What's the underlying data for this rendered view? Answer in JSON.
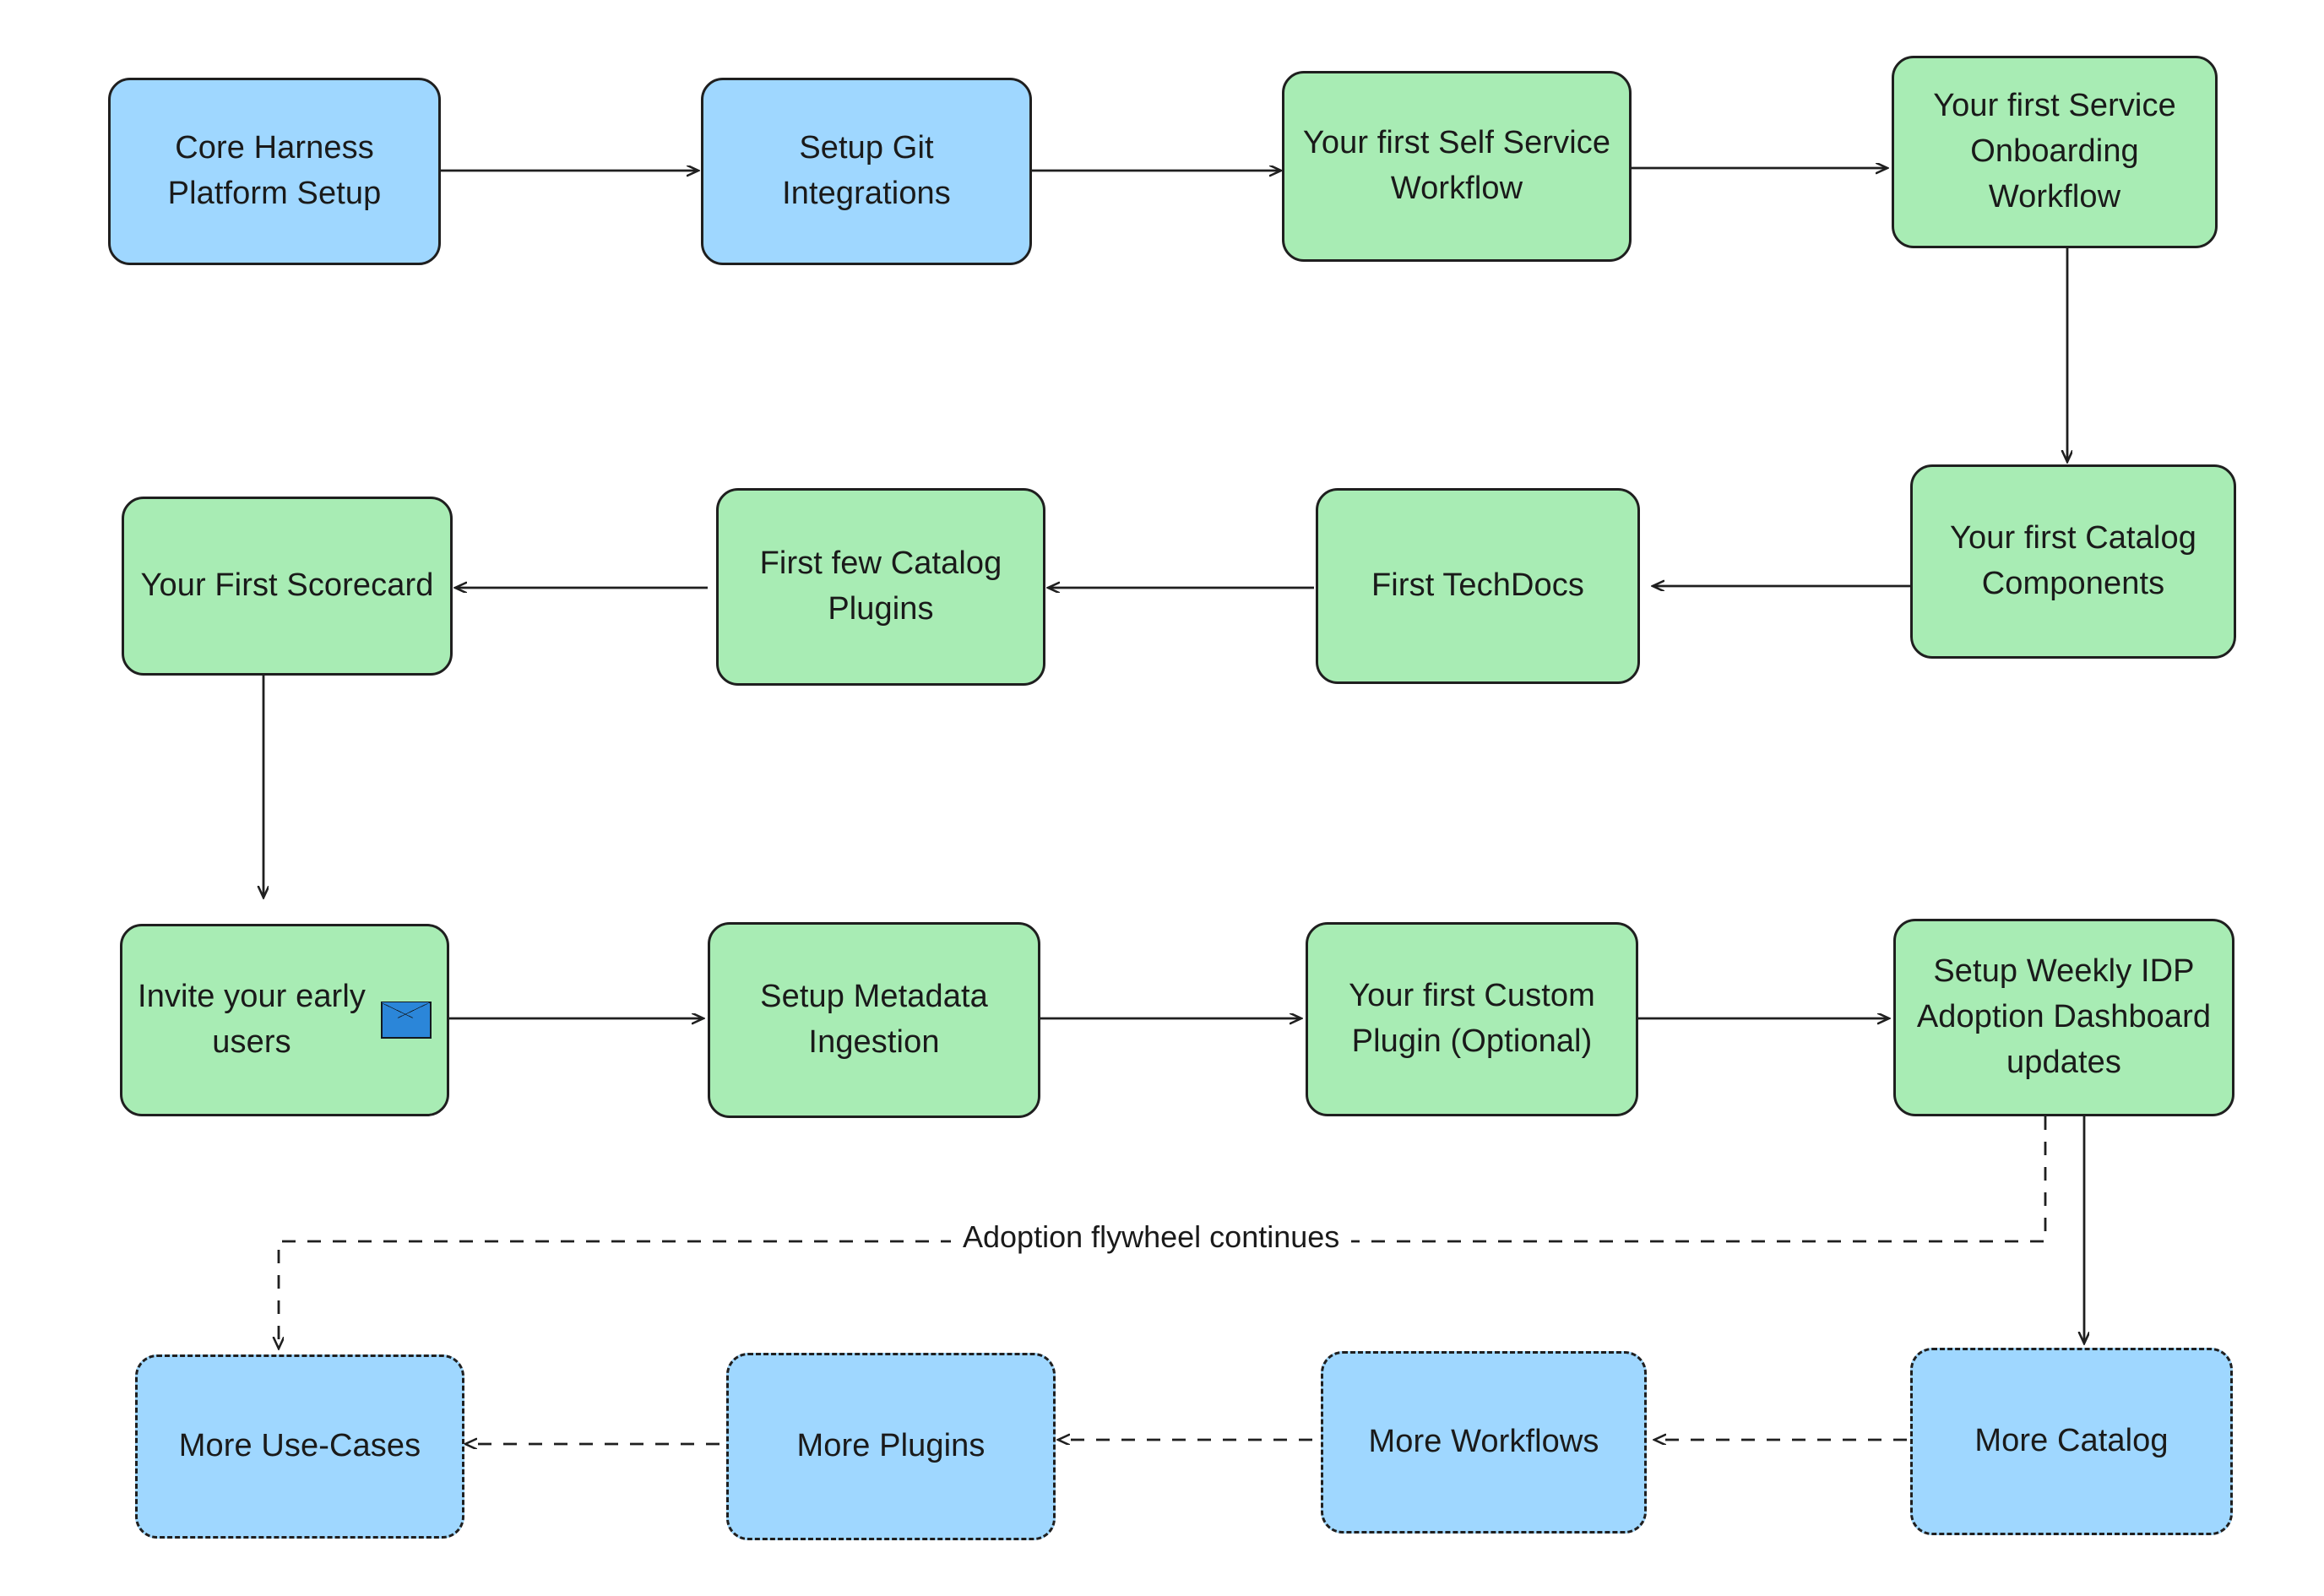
{
  "diagram": {
    "title": "Harness IDP adoption flywheel flowchart",
    "colors": {
      "blue_fill": "#9fd7ff",
      "green_fill": "#a8ecb4",
      "stroke": "#1f1f1f",
      "text": "#1a1a1a",
      "envelope_blue": "#2b86d9",
      "background": "#ffffff"
    },
    "nodes": [
      {
        "id": "core-harness-platform-setup",
        "label": "Core Harness\nPlatform Setup",
        "style": "blue",
        "border": "solid"
      },
      {
        "id": "setup-git-integrations",
        "label": "Setup Git\nIntegrations",
        "style": "blue",
        "border": "solid"
      },
      {
        "id": "first-self-service-workflow",
        "label": "Your first Self Service\nWorkflow",
        "style": "green",
        "border": "solid"
      },
      {
        "id": "first-service-onboarding-workflow",
        "label": "Your first Service\nOnboarding\nWorkflow",
        "style": "green",
        "border": "solid"
      },
      {
        "id": "first-catalog-components",
        "label": "Your first Catalog\nComponents",
        "style": "green",
        "border": "solid"
      },
      {
        "id": "first-techdocs",
        "label": "First TechDocs",
        "style": "green",
        "border": "solid"
      },
      {
        "id": "first-few-catalog-plugins",
        "label": "First few Catalog\nPlugins",
        "style": "green",
        "border": "solid"
      },
      {
        "id": "your-first-scorecard",
        "label": "Your First Scorecard",
        "style": "green",
        "border": "solid"
      },
      {
        "id": "invite-your-early-users",
        "label": "Invite your early\nusers",
        "style": "green",
        "border": "solid",
        "emoji": "envelope-icon"
      },
      {
        "id": "setup-metadata-ingestion",
        "label": "Setup Metadata\nIngestion",
        "style": "green",
        "border": "solid"
      },
      {
        "id": "first-custom-plugin",
        "label": "Your first Custom\nPlugin (Optional)",
        "style": "green",
        "border": "solid"
      },
      {
        "id": "setup-weekly-idp-dashboard",
        "label": "Setup Weekly IDP\nAdoption Dashboard\nupdates",
        "style": "green",
        "border": "solid"
      },
      {
        "id": "more-catalog",
        "label": "More Catalog",
        "style": "blue",
        "border": "dashed"
      },
      {
        "id": "more-workflows",
        "label": "More Workflows",
        "style": "blue",
        "border": "dashed"
      },
      {
        "id": "more-plugins",
        "label": "More Plugins",
        "style": "blue",
        "border": "dashed"
      },
      {
        "id": "more-use-cases",
        "label": "More Use-Cases",
        "style": "blue",
        "border": "dashed"
      }
    ],
    "edge_labels": [
      {
        "id": "adoption-flywheel-continues",
        "text": "Adoption flywheel continues"
      }
    ],
    "edges": [
      {
        "from": "core-harness-platform-setup",
        "to": "setup-git-integrations",
        "style": "solid"
      },
      {
        "from": "setup-git-integrations",
        "to": "first-self-service-workflow",
        "style": "solid"
      },
      {
        "from": "first-self-service-workflow",
        "to": "first-service-onboarding-workflow",
        "style": "solid"
      },
      {
        "from": "first-service-onboarding-workflow",
        "to": "first-catalog-components",
        "style": "solid"
      },
      {
        "from": "first-catalog-components",
        "to": "first-techdocs",
        "style": "solid"
      },
      {
        "from": "first-techdocs",
        "to": "first-few-catalog-plugins",
        "style": "solid"
      },
      {
        "from": "first-few-catalog-plugins",
        "to": "your-first-scorecard",
        "style": "solid"
      },
      {
        "from": "your-first-scorecard",
        "to": "invite-your-early-users",
        "style": "solid"
      },
      {
        "from": "invite-your-early-users",
        "to": "setup-metadata-ingestion",
        "style": "solid"
      },
      {
        "from": "setup-metadata-ingestion",
        "to": "first-custom-plugin",
        "style": "solid"
      },
      {
        "from": "first-custom-plugin",
        "to": "setup-weekly-idp-dashboard",
        "style": "solid"
      },
      {
        "from": "setup-weekly-idp-dashboard",
        "to": "more-catalog",
        "style": "solid"
      },
      {
        "from": "setup-weekly-idp-dashboard",
        "to": "more-use-cases",
        "style": "dashed",
        "label": "adoption-flywheel-continues"
      },
      {
        "from": "more-catalog",
        "to": "more-workflows",
        "style": "dashed"
      },
      {
        "from": "more-workflows",
        "to": "more-plugins",
        "style": "dashed"
      },
      {
        "from": "more-plugins",
        "to": "more-use-cases",
        "style": "dashed"
      }
    ]
  }
}
